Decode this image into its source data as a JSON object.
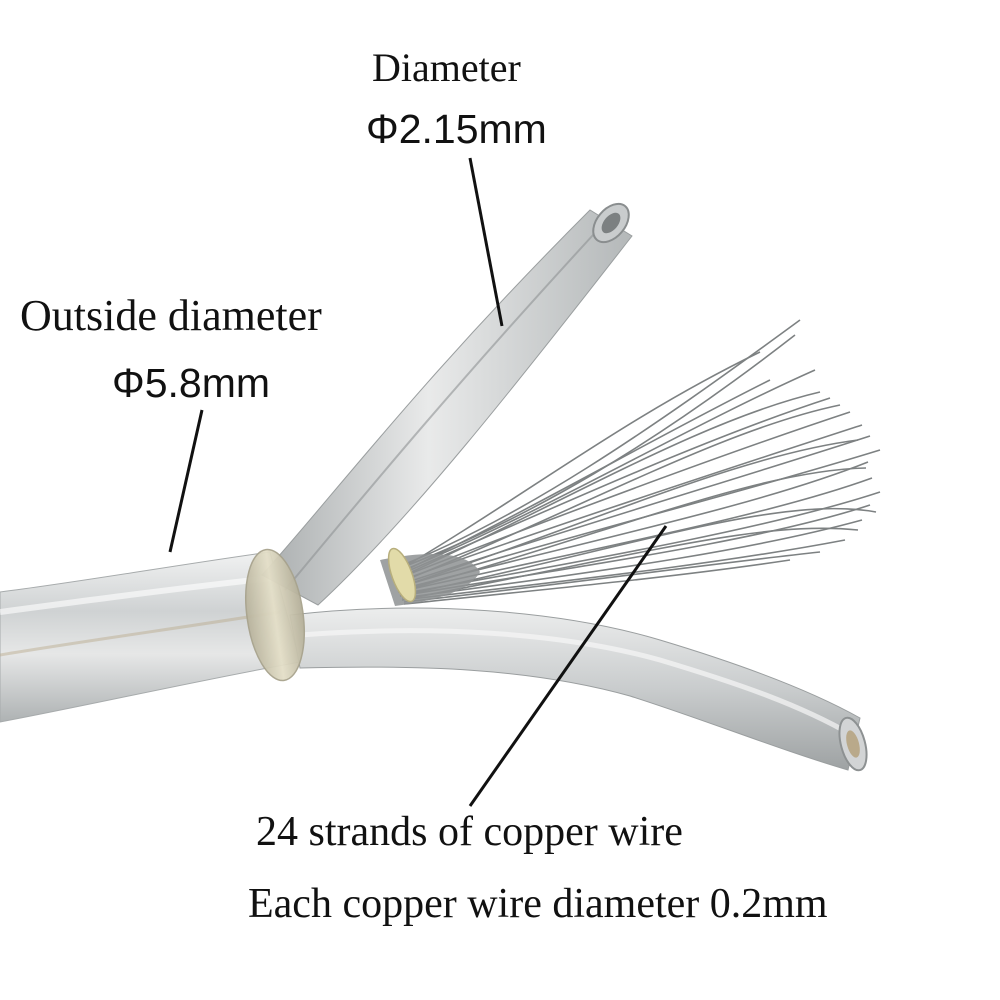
{
  "labels": {
    "inner_diameter_title": "Diameter",
    "inner_diameter_value": "Φ2.15mm",
    "outside_diameter_title": "Outside diameter",
    "outside_diameter_value": "Φ5.8mm",
    "strands": "24 strands of copper wire",
    "strand_diameter": "Each copper wire diameter 0.2mm"
  },
  "colors": {
    "background": "#ffffff",
    "insulation": "#d9dcdc",
    "insulation_shadow": "#9fa3a4",
    "copper_strand": "#8a8d8e",
    "collar": "#d8d2b8",
    "annotation": "#111111"
  }
}
